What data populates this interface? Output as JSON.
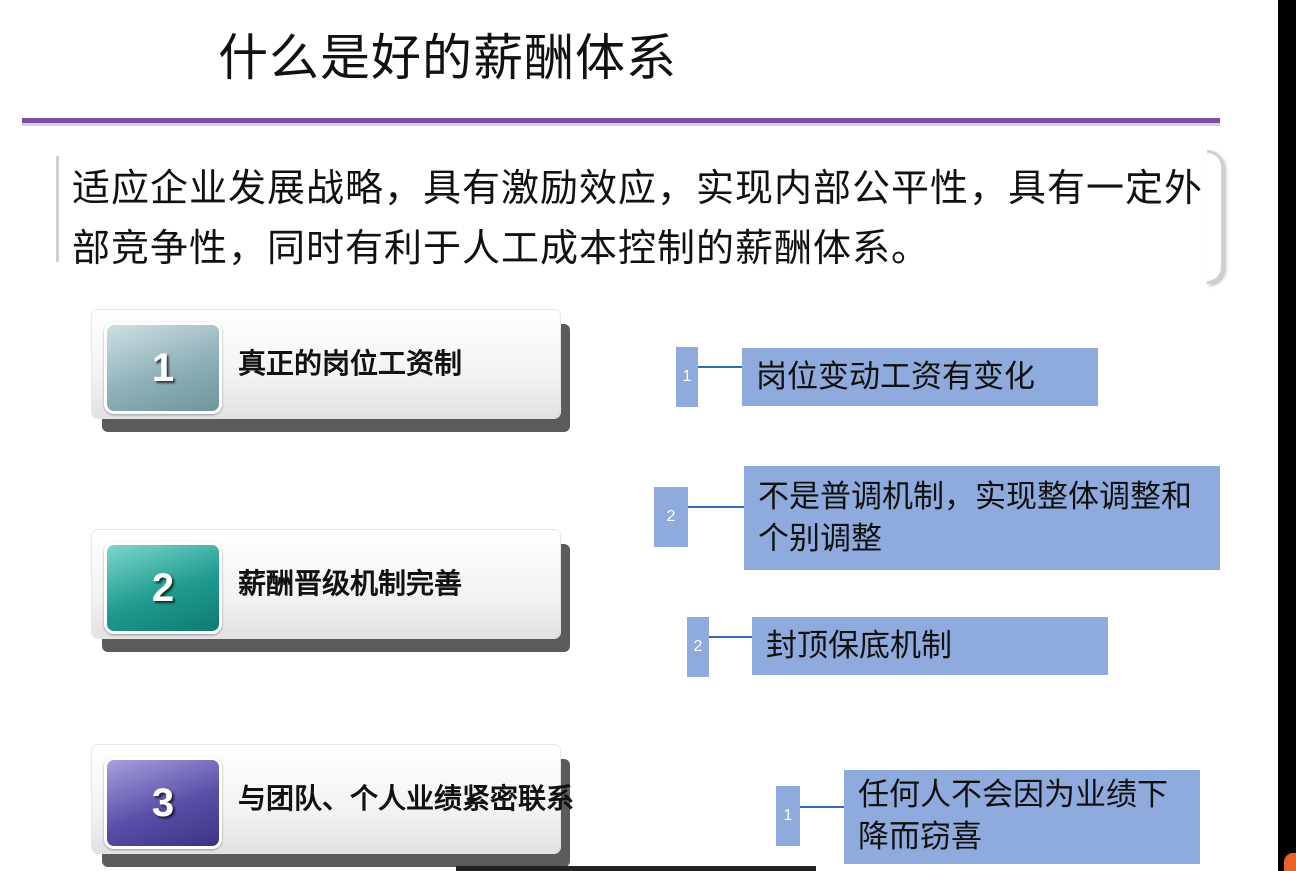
{
  "title": "什么是好的薪酬体系",
  "intro": "适应企业发展战略，具有激励效应，实现内部公平性，具有一定外部竞争性，同时有利于人工成本控制的薪酬体系。",
  "colors": {
    "accent_rule": "#7b4fa1",
    "note_fill": "#8faadc",
    "connector": "#2e6db4",
    "badge1": "#8fb0b8",
    "badge2": "#1f9b8f",
    "badge3": "#5a4fa8"
  },
  "items": [
    {
      "number": "1",
      "label": "真正的岗位工资制"
    },
    {
      "number": "2",
      "label": "薪酬晋级机制完善"
    },
    {
      "number": "3",
      "label": "与团队、个人业绩紧密联系"
    }
  ],
  "notes": [
    {
      "number": "1",
      "text": "岗位变动工资有变化"
    },
    {
      "number": "2",
      "text": "不是普调机制，实现整体调整和个别调整"
    },
    {
      "number": "2",
      "text": "封顶保底机制"
    },
    {
      "number": "1",
      "text": "任何人不会因为业绩下降而窃喜"
    }
  ]
}
